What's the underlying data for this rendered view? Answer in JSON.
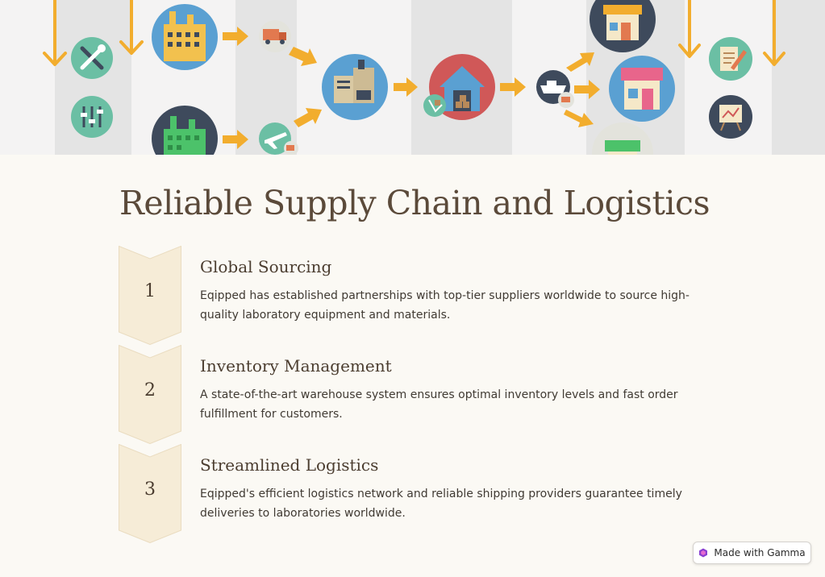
{
  "title": "Reliable Supply Chain and Logistics",
  "steps": [
    {
      "number": "1",
      "title": "Global Sourcing",
      "description": "Eqipped has established partnerships with top-tier suppliers worldwide to source high-quality laboratory equipment and materials."
    },
    {
      "number": "2",
      "title": "Inventory Management",
      "description": "A state-of-the-art warehouse system ensures optimal inventory levels and fast order fulfillment for customers."
    },
    {
      "number": "3",
      "title": "Streamlined Logistics",
      "description": "Eqipped's efficient logistics network and reliable shipping providers guarantee timely deliveries to laboratories worldwide."
    }
  ],
  "badge": {
    "label": "Made with Gamma"
  },
  "colors": {
    "background": "#fbf9f4",
    "title": "#5b4a3a",
    "chevron_fill": "#f6ecd7",
    "chevron_stroke": "#eadcc0",
    "arrow": "#f2ad2e"
  },
  "banner_icons": [
    "tools-icon",
    "equalizer-icon",
    "factory-icon",
    "truck-icon",
    "plane-icon",
    "warehouse-icon",
    "distribution-center-icon",
    "ship-icon",
    "store-icon",
    "document-icon",
    "presentation-icon"
  ]
}
